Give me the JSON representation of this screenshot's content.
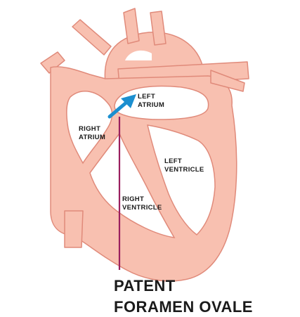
{
  "labels": {
    "left_atrium": [
      "LEFT",
      "ATRIUM"
    ],
    "right_atrium": [
      "RIGHT",
      "ATRIUM"
    ],
    "left_ventricle": [
      "LEFT",
      "VENTRICLE"
    ],
    "right_ventricle": [
      "RIGHT",
      "VENTRICLE"
    ],
    "caption": [
      "PATENT",
      "FORAMEN OVALE"
    ]
  },
  "colors": {
    "heart_fill": "#f8c0b0",
    "heart_stroke": "#e08a7a",
    "chamber_fill": "#ffffff",
    "arrow": "#1b8fd0",
    "pointer_line": "#9a1f5e",
    "text": "#1a1a1a"
  }
}
